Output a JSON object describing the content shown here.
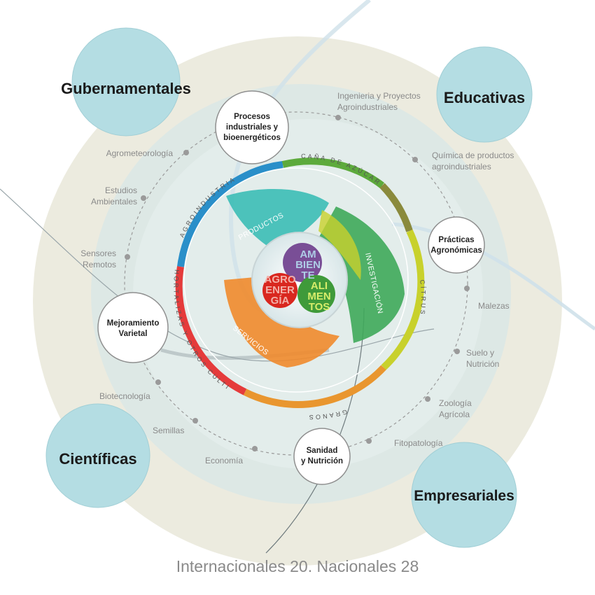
{
  "colors": {
    "teal_bubble": "#b4dde3",
    "beige_disc": "#ecebdf",
    "ring_blue": "#2a8fc9",
    "ring_green": "#5daa3c",
    "ring_olive": "#8a8a3c",
    "ring_lime": "#c8d12c",
    "ring_orange": "#e9962f",
    "ring_red": "#e53b3b"
  },
  "categories": [
    {
      "id": "gubernamentales",
      "label": "Gubernamentales"
    },
    {
      "id": "educativas",
      "label": "Educativas"
    },
    {
      "id": "cientificas",
      "label": "Científicas"
    },
    {
      "id": "empresariales",
      "label": "Empresariales"
    }
  ],
  "nodes": [
    {
      "id": "procesos",
      "lines": [
        "Procesos",
        "industriales y",
        "bioenergéticos"
      ]
    },
    {
      "id": "practicas",
      "lines": [
        "Prácticas",
        "Agronómicas"
      ]
    },
    {
      "id": "sanidad",
      "lines": [
        "Sanidad",
        "y Nutrición"
      ]
    },
    {
      "id": "mejoramiento",
      "lines": [
        "Mejoramiento",
        "Varietal"
      ]
    }
  ],
  "outer_labels": [
    {
      "id": "ingenieria",
      "lines": [
        "Ingenieria y Proyectos",
        "Agroindustriales"
      ]
    },
    {
      "id": "quimica",
      "lines": [
        "Química de productos",
        "agroindustriales"
      ]
    },
    {
      "id": "malezas",
      "lines": [
        "Malezas"
      ]
    },
    {
      "id": "suelo",
      "lines": [
        "Suelo y",
        "Nutrición"
      ]
    },
    {
      "id": "zoologia",
      "lines": [
        "Zoología",
        "Agrícola"
      ]
    },
    {
      "id": "fitopatologia",
      "lines": [
        "Fitopatología"
      ]
    },
    {
      "id": "economia",
      "lines": [
        "Economía"
      ]
    },
    {
      "id": "semillas",
      "lines": [
        "Semillas"
      ]
    },
    {
      "id": "biotecnologia",
      "lines": [
        "Biotecnología"
      ]
    },
    {
      "id": "sensores",
      "lines": [
        "Sensores",
        "Remotos"
      ]
    },
    {
      "id": "estudios",
      "lines": [
        "Estudios",
        "Ambientales"
      ]
    },
    {
      "id": "agrometeorologia",
      "lines": [
        "Agrometeorología"
      ]
    }
  ],
  "ring_labels": {
    "agroindustria": "AGROINDUSTRIA",
    "cana": "CAÑA DE AZÚCAR",
    "citrus": "CÍTRUS",
    "granos": "GRANOS",
    "hortalizas": "HORTALIZAS Y OTROS CULTIVOS"
  },
  "petals": {
    "productos": "PRODUCTOS",
    "investigacion": "INVESTIGACIÓN",
    "servicios": "SERVICIOS"
  },
  "center": {
    "ambiente": [
      "AM",
      "BIEN",
      "TE"
    ],
    "agroenergia": [
      "AGRO",
      "ENER",
      "GÍA"
    ],
    "alimentos": [
      "ALI",
      "MEN",
      "TOS"
    ]
  },
  "footer": "Internacionales 20. Nacionales 28"
}
